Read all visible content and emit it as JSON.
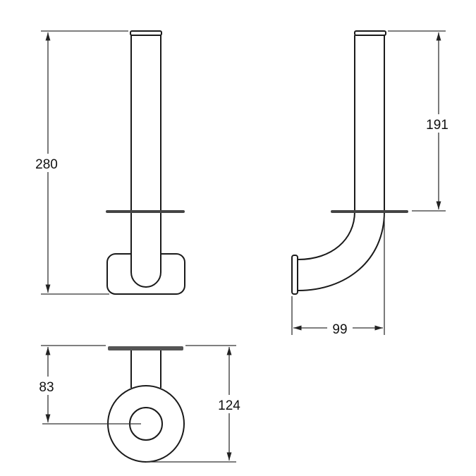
{
  "dimensions": {
    "front_height": "280",
    "side_height": "191",
    "side_depth": "99",
    "top_offset": "83",
    "top_depth": "124"
  }
}
